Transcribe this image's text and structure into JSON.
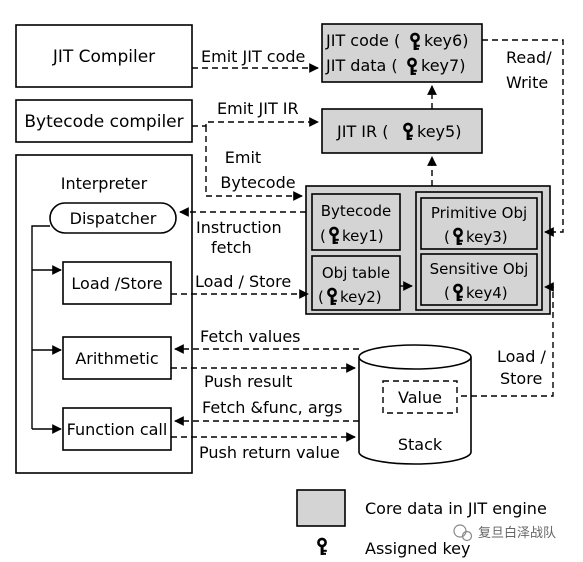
{
  "boxes": {
    "jit_compiler": "JIT Compiler",
    "bytecode_compiler": "Bytecode compiler",
    "interpreter": "Interpreter",
    "dispatcher": "Dispatcher",
    "load_store": "Load /Store",
    "arithmetic": "Arithmetic",
    "function_call": "Function call",
    "jit_code": "JIT code (",
    "jit_code_key": "key6)",
    "jit_data": "JIT data (",
    "jit_data_key": "key7)",
    "jit_ir": "JIT IR (",
    "jit_ir_key": "key5)",
    "bytecode": "Bytecode",
    "bytecode_key": "key1)",
    "obj_table": "Obj table",
    "obj_table_key": "key2)",
    "primitive_obj": "Primitive Obj",
    "primitive_obj_key": "key3)",
    "sensitive_obj": "Sensitive Obj",
    "sensitive_obj_key": "key4)",
    "paren_open": "(",
    "value": "Value",
    "stack": "Stack"
  },
  "labels": {
    "emit_jit_code": "Emit JIT code",
    "emit_jit_ir": "Emit JIT IR",
    "emit": "Emit",
    "bytecode": "Bytecode",
    "instruction": "Instruction",
    "fetch": "fetch",
    "load_store_arrow": "Load / Store",
    "fetch_values": "Fetch values",
    "push_result": "Push result",
    "fetch_func_args": "Fetch &func, args",
    "push_return_value": "Push return value",
    "read": "Read/",
    "write": "Write",
    "load_right": "Load /",
    "store_right": "Store"
  },
  "legend": {
    "core_data": "Core data in JIT engine",
    "assigned_key": "Assigned key"
  },
  "watermark": "复旦白泽战队",
  "colors": {
    "core_fill": "#d4d4d4",
    "line": "#000000"
  },
  "icons": {
    "key": "key-icon"
  }
}
